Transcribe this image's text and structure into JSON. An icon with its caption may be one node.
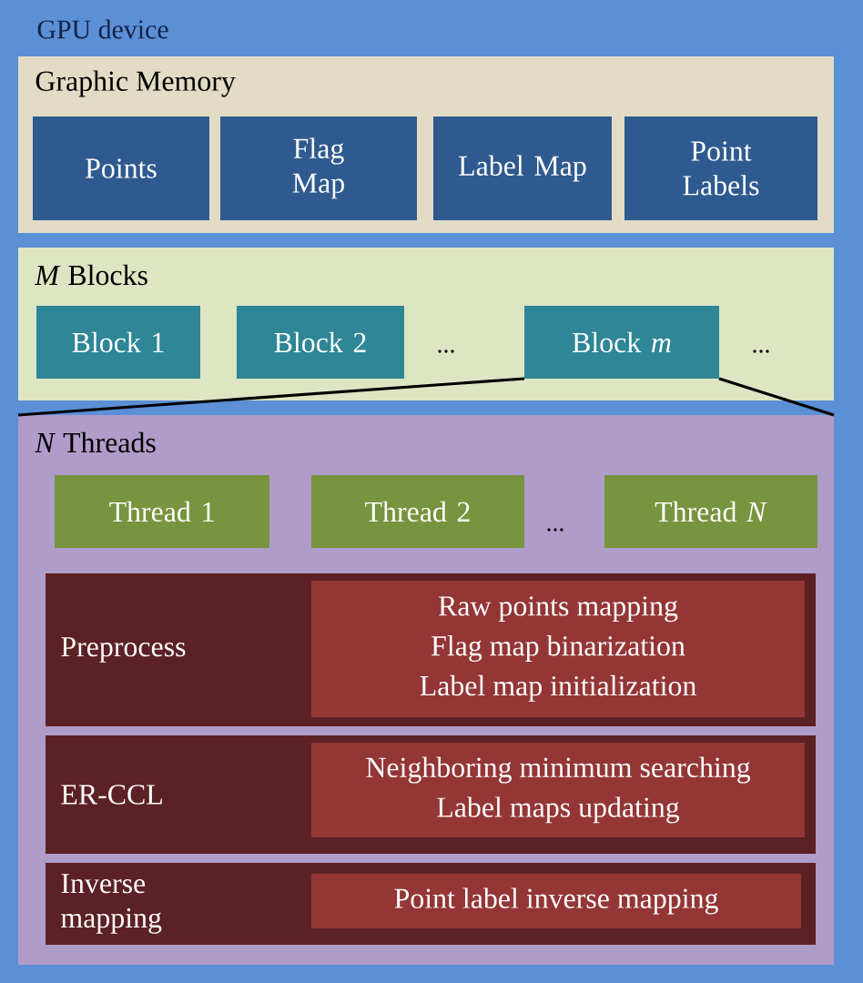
{
  "diagram": {
    "nodes": [
      {
        "text": [
          "GPU device"
        ]
      },
      {
        "text": [
          "Graphic Memory"
        ],
        "in": 0
      },
      {
        "text": [
          "Points"
        ],
        "in": 1
      },
      {
        "text": [
          "Flag Map"
        ],
        "in": 1
      },
      {
        "text": [
          "Label Map"
        ],
        "in": 1
      },
      {
        "text": [
          "Point Labels"
        ],
        "in": 1
      },
      {
        "text": [
          "*M* Blocks"
        ],
        "in": 0
      },
      {
        "text": [
          "Block 1"
        ],
        "in": 6
      },
      {
        "text": [
          "Block 2"
        ],
        "in": 6
      },
      {
        "text": [
          "Block *m*"
        ],
        "in": 6
      },
      {
        "text": [
          "*N* Threads"
        ],
        "in": 0
      },
      {
        "text": [
          "Thread 1"
        ],
        "in": 10
      },
      {
        "text": [
          "Thread 2"
        ],
        "in": 10
      },
      {
        "text": [
          "Thread *N*"
        ],
        "in": 10
      },
      {
        "text": [
          "Preprocess"
        ],
        "in": 10
      },
      {
        "text": [
          "Raw points mapping",
          "Flag map binarization",
          "Label map initialization"
        ],
        "in": 14
      },
      {
        "text": [
          "ER-CCL"
        ],
        "in": 10
      },
      {
        "text": [
          "Neighboring minimum searching",
          "Label maps updating"
        ],
        "in": 16
      },
      {
        "text": [
          "Inverse mapping"
        ],
        "in": 10
      },
      {
        "text": [
          "Point label inverse mapping"
        ],
        "in": 18
      }
    ],
    "edges": [
      {
        "from": 9,
        "to": 10,
        "arrow": "none"
      },
      {
        "from": 9,
        "to": 10,
        "arrow": "none"
      }
    ],
    "labels": [
      "...",
      "...",
      "..."
    ]
  }
}
